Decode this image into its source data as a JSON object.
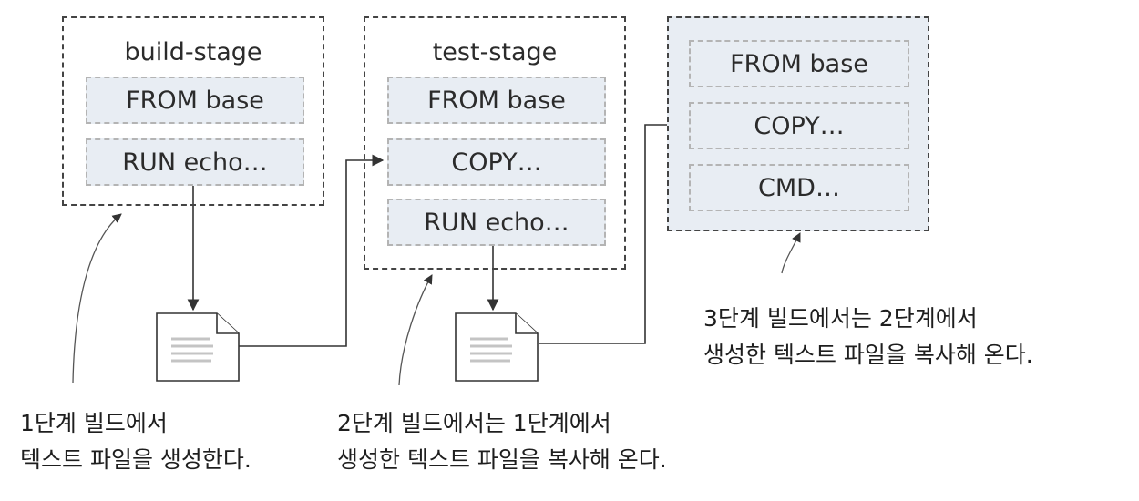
{
  "stages": [
    {
      "id": "build",
      "title": "build-stage",
      "instructions": [
        "FROM base",
        "RUN echo…"
      ]
    },
    {
      "id": "test",
      "title": "test-stage",
      "instructions": [
        "FROM base",
        "COPY…",
        "RUN echo…"
      ]
    },
    {
      "id": "final",
      "title": "",
      "instructions": [
        "FROM base",
        "COPY…",
        "CMD…"
      ]
    }
  ],
  "captions": [
    {
      "line1": "1단계 빌드에서",
      "line2": "텍스트 파일을 생성한다."
    },
    {
      "line1": "2단계 빌드에서는 1단계에서",
      "line2": "생성한 텍스트 파일을 복사해 온다."
    },
    {
      "line1": "3단계 빌드에서는 2단계에서",
      "line2": "생성한 텍스트 파일을 복사해 온다."
    }
  ],
  "icons": [
    "text-file-icon",
    "text-file-icon"
  ],
  "colors": {
    "box_fill": "#e8edf3",
    "line": "#333333",
    "dash_inner": "#b4b4b4"
  }
}
